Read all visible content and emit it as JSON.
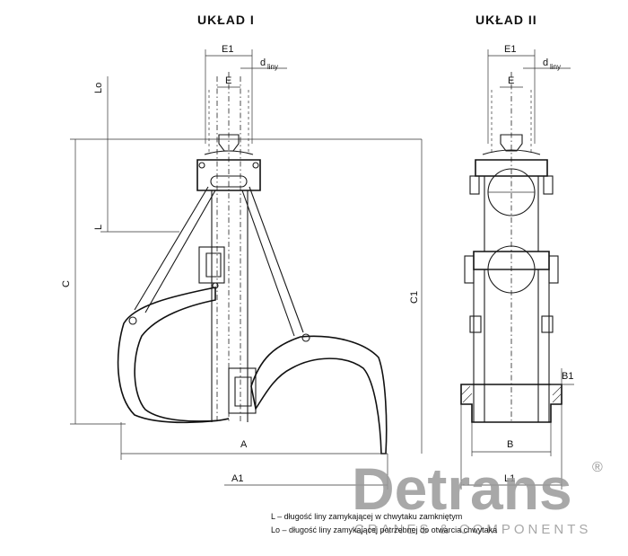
{
  "titles": {
    "layout1": "UKŁAD I",
    "layout2": "UKŁAD II"
  },
  "dims": {
    "e1": "E1",
    "e": "E",
    "d": "d",
    "d_sub": "liny",
    "lo": "Lo",
    "l": "L",
    "c": "C",
    "c1": "C1",
    "a": "A",
    "a1": "A1",
    "b": "B",
    "b1": "B1",
    "l1": "L1"
  },
  "notes": {
    "line1": "L – długość liny zamykającej w chwytaku zamkniętym",
    "line2": "Lo – długość liny zamykającej potrzebnej do otwarcia chwytaka"
  },
  "watermark": {
    "brand": "Detrans",
    "registered": "®",
    "tagline": "CRANES & COMPONENTS"
  }
}
